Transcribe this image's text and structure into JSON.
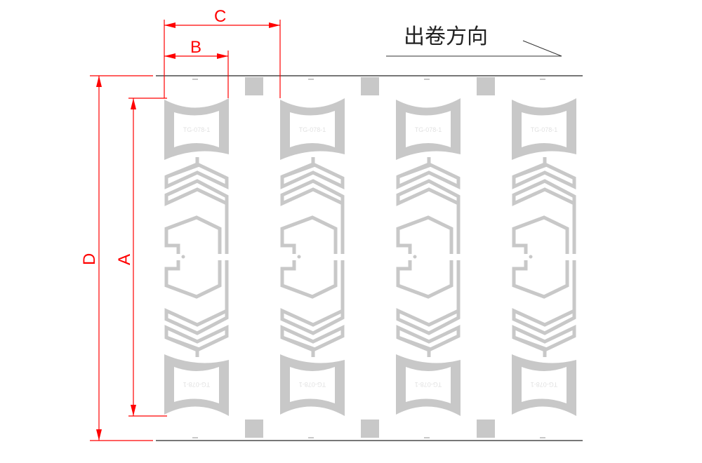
{
  "direction_label": "出卷方向",
  "dimensions": {
    "A": "A",
    "B": "B",
    "C": "C",
    "D": "D"
  },
  "antenna": {
    "label": "TG-078-1",
    "count": 4
  },
  "colors": {
    "dimension": "#ff0000",
    "antenna": "#c8c8c8",
    "web_edge": "#777777"
  }
}
